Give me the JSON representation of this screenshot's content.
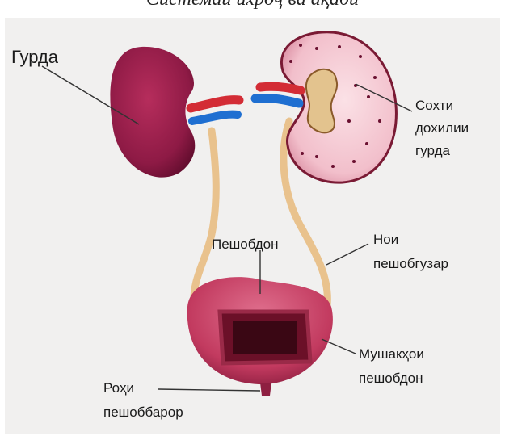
{
  "title": "Системаи ихроҷ ва ақабӣ",
  "labels": {
    "kidney": "Гурда",
    "inner_kidney_1": "Сохти",
    "inner_kidney_2": "дохилии",
    "inner_kidney_3": "гурда",
    "bladder": "Пешобдон",
    "ureter_1": "Нои",
    "ureter_2": "пешобгузар",
    "bladder_muscles_1": "Мушакҳои",
    "bladder_muscles_2": "пешобдон",
    "urethra_1": "Роҳи",
    "urethra_2": "пешоббарор"
  },
  "colors": {
    "kidney": "#8e1a45",
    "kidney_section": "#f4c3cf",
    "bladder": "#c23a5f",
    "ureter": "#e9c28d",
    "artery": "#d32c35",
    "vein": "#1f6fd1",
    "background": "#f1f0ef"
  }
}
